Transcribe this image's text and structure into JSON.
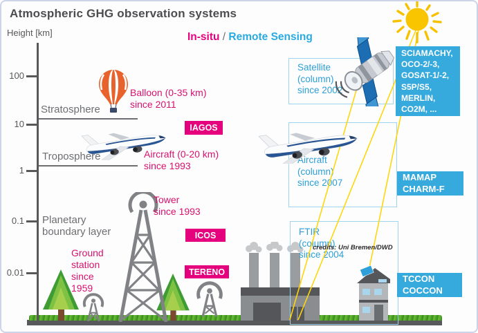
{
  "title": "Atmospheric GHG observation systems",
  "subtitle": {
    "insitu": "In-situ",
    "sep": " / ",
    "remote": "Remote Sensing"
  },
  "axis": {
    "label": "Height [km]",
    "ticks": [
      {
        "label": "100"
      },
      {
        "label": "10"
      },
      {
        "label": "1"
      },
      {
        "label": "0.1"
      },
      {
        "label": "0.01"
      }
    ]
  },
  "layers": {
    "stratosphere": "Stratosphere",
    "troposphere": "Troposphere",
    "pbl_line1": "Planetary",
    "pbl_line2": "boundary layer"
  },
  "insitu": {
    "balloon": {
      "label": "Balloon  (0-35 km)",
      "since": "since 2011"
    },
    "aircraft": {
      "badge": "IAGOS",
      "label": "Aircraft (0-20 km)",
      "since": "since 1993"
    },
    "tower": {
      "label": "Tower",
      "since": "since 1993",
      "badge": "ICOS"
    },
    "ground_station": {
      "lines": [
        "Ground",
        "station",
        "since",
        "1959"
      ],
      "badge": "TERENO"
    }
  },
  "remote": {
    "satellite": {
      "lines": [
        "Satellite",
        "(column)",
        "since 2002"
      ],
      "badge_lines": [
        "SCIAMACHY,",
        "OCO-2/-3,",
        "GOSAT-1/-2,",
        "S5P/S5,",
        "MERLIN,",
        "CO2M, ..."
      ]
    },
    "aircraft": {
      "lines": [
        "Aircraft",
        "(column)",
        "since 2007"
      ],
      "badge_lines": [
        "MAMAP",
        "CHARM-F"
      ]
    },
    "ftir": {
      "lines": [
        "FTIR",
        "(column)",
        "since 2004"
      ],
      "badge_lines": [
        "TCCON",
        "COCCON"
      ]
    }
  },
  "credits": "credits: Uni Bremen/DWD",
  "icons": {
    "sun-icon": "sun with rays",
    "satellite-icon": "satellite with dish and solar panels",
    "airplane-icon": "passenger jet",
    "balloon-icon": "hot air balloon",
    "tower-icon": "tall lattice measurement mast",
    "antenna-icon": "small ground station antenna",
    "tree-icon": "pine tree",
    "factory-icon": "factory with chimneys",
    "house-icon": "building with FTIR roof instrument"
  },
  "colors": {
    "pink": "#e5007d",
    "blue_text": "#29abe2",
    "badge_blue": "#36a9dd",
    "box_border": "#9fd4ef",
    "sun_yellow": "#f6c100",
    "ray_yellow": "#ffd60a",
    "axis_gray": "#58585a",
    "grass_green": "#4aa32a"
  }
}
